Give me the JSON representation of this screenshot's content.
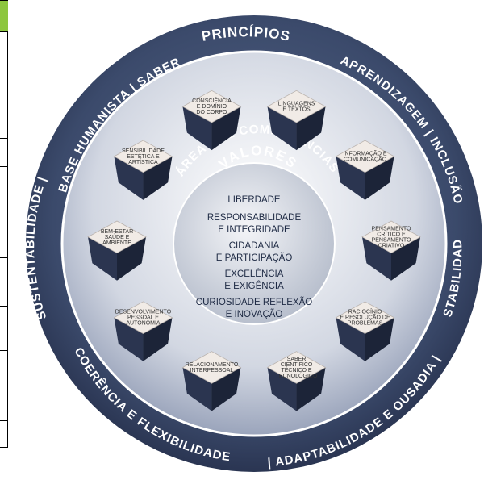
{
  "outer_ring": {
    "top_label": "PRINCÍPIOS",
    "arc_left_upper": "BASE HUMANISTA | SABER",
    "arc_right_upper": "APRENDIZAGEM | INCLUSÃO |",
    "arc_left": "SUSTENTABILIDADE |",
    "arc_right": "ESTABILIDADE",
    "arc_bottom_left": "COERÊNCIA E FLEXIBILIDADE",
    "arc_bottom": "| ADAPTABILIDADE E OUSADIA |"
  },
  "middle_ring": {
    "label": "ÁREAS DE COMPETÊNCIAS"
  },
  "center": {
    "title": "VALORES",
    "items": [
      "LIBERDADE",
      "RESPONSABILIDADE",
      "E INTEGRIDADE",
      "CIDADANIA",
      "E PARTICIPAÇÃO",
      "EXCELÊNCIA",
      "E EXIGÊNCIA",
      "CURIOSIDADE REFLEXÃO",
      "E INOVAÇÃO"
    ]
  },
  "cubes": [
    {
      "lines": [
        "CONSCIÊNCIA",
        "E DOMÍNIO",
        "DO CORPO"
      ]
    },
    {
      "lines": [
        "LINGUAGENS",
        "E TEXTOS"
      ]
    },
    {
      "lines": [
        "INFORMAÇÃO E",
        "COMUNICAÇÃO"
      ]
    },
    {
      "lines": [
        "PENSAMENTO",
        "CRÍTICO E",
        "PENSAMENTO",
        "CRIATIVO"
      ]
    },
    {
      "lines": [
        "RACIOCÍNIO",
        "E RESOLUÇÃO DE",
        "PROBLEMAS"
      ]
    },
    {
      "lines": [
        "SABER",
        "CIENTÍFICO",
        "TÉCNICO E",
        "TECNOLÓGICO"
      ]
    },
    {
      "lines": [
        "RELACIONAMENTO",
        "INTERPESSOAL"
      ]
    },
    {
      "lines": [
        "DESENVOLVIMENTO",
        "PESSOAL E",
        "AUTONOMIA"
      ]
    },
    {
      "lines": [
        "BEM-ESTAR",
        "SAÚDE E",
        "AMBIENTE"
      ]
    },
    {
      "lines": [
        "SENSIBILIDADE",
        "ESTÉTICA E",
        "ARTÍSTICA"
      ]
    }
  ],
  "colors": {
    "outer_ring": "#3b4a6b",
    "middle_ring": "#6f7d9c",
    "cube_dark": "#232d45",
    "center_disc": "#c9ced8"
  }
}
